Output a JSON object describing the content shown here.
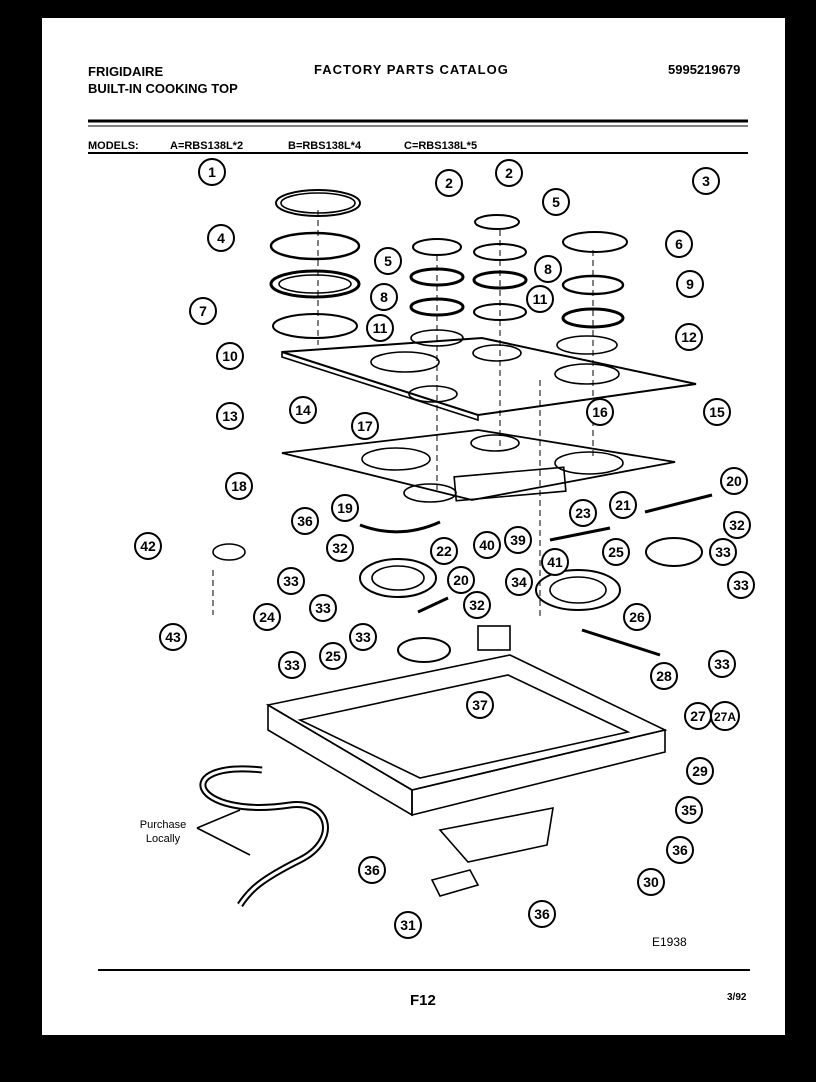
{
  "header": {
    "brand": "FRIGIDAIRE",
    "product": "BUILT-IN COOKING TOP",
    "catalog_title": "FACTORY PARTS CATALOG",
    "catalog_number": "5995219679"
  },
  "models": {
    "label": "MODELS:",
    "a": "A=RBS138L*2",
    "b": "B=RBS138L*4",
    "c": "C=RBS138L*5"
  },
  "callouts": [
    "1",
    "2",
    "2",
    "3",
    "4",
    "5",
    "5",
    "6",
    "7",
    "8",
    "8",
    "9",
    "10",
    "11",
    "11",
    "12",
    "13",
    "14",
    "15",
    "16",
    "17",
    "18",
    "19",
    "20",
    "20",
    "21",
    "22",
    "23",
    "24",
    "25",
    "25",
    "26",
    "27",
    "27A",
    "28",
    "29",
    "30",
    "31",
    "32",
    "32",
    "32",
    "33",
    "33",
    "33",
    "33",
    "33",
    "33",
    "33",
    "34",
    "35",
    "36",
    "36",
    "36",
    "36",
    "37",
    "39",
    "40",
    "41",
    "42",
    "43"
  ],
  "purchase_note": "Purchase Locally",
  "footer": {
    "figure_id": "E1938",
    "page_code": "F12",
    "date": "3/92"
  }
}
